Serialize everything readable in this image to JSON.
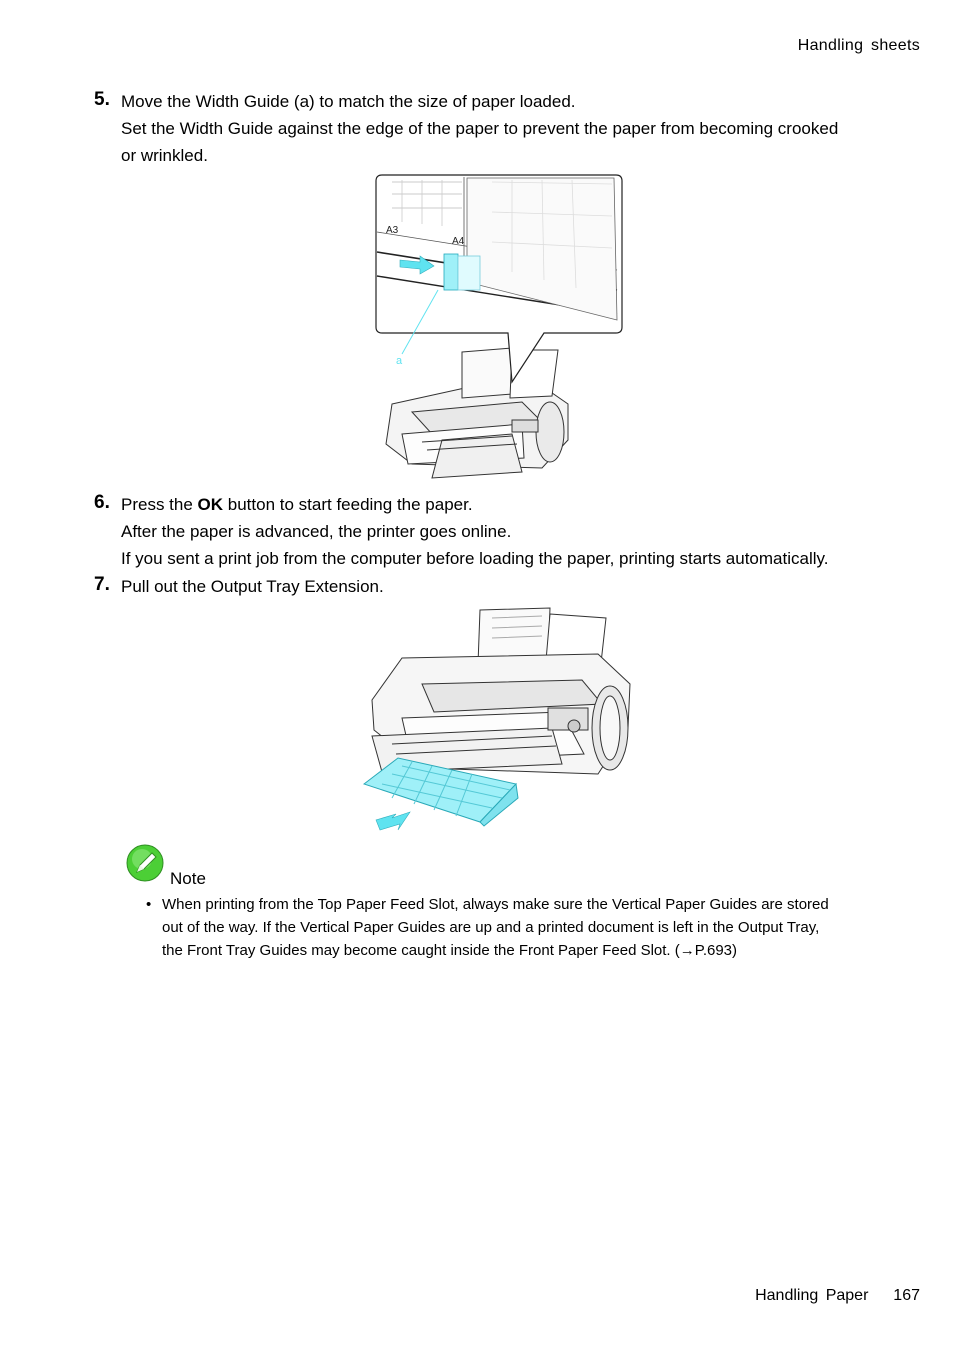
{
  "header": {
    "title": "Handling  sheets"
  },
  "steps": [
    {
      "number": "5.",
      "lines": [
        "Move the Width Guide (a) to match the size of paper loaded.",
        "Set the Width Guide against the edge of the paper to prevent the paper from becoming crooked",
        "or wrinkled."
      ]
    },
    {
      "number": "6.",
      "line1_pre": "Press the ",
      "line1_bold": "OK",
      "line1_post": " button to start feeding the paper.",
      "lines": [
        "After the paper is advanced, the printer goes online.",
        "If you sent a print job from the computer before loading the paper, printing starts automatically."
      ]
    },
    {
      "number": "7.",
      "lines": [
        "Pull out the Output Tray Extension."
      ]
    }
  ],
  "figure1": {
    "label_a3": "A3",
    "label_a4": "A4",
    "callout_a": "a"
  },
  "note": {
    "title": "Note",
    "icon": "pencil-check-icon",
    "bullet": "•",
    "lines": [
      "When printing from the Top Paper Feed Slot, always make sure the Vertical Paper Guides are stored",
      "out of the way.  If the Vertical Paper Guides are up and a printed document is left in the Output Tray,",
      "the Front Tray Guides may become caught inside the Front Paper Feed Slot.  (→P.693)"
    ]
  },
  "footer": {
    "section": "Handling  Paper",
    "page": "167"
  },
  "colors": {
    "accent": "#5fe3f0",
    "note_icon": "#4ccf36"
  }
}
